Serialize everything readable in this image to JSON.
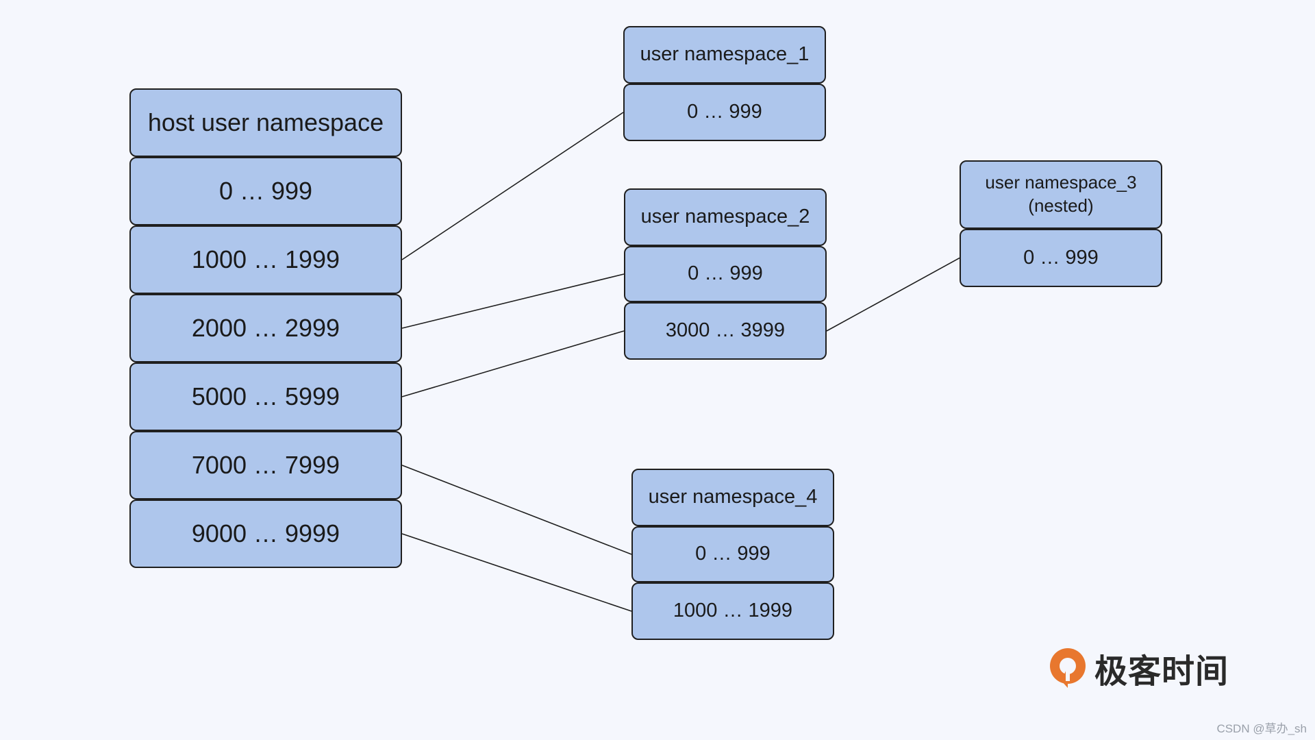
{
  "host": {
    "title": "host user namespace",
    "ranges": [
      "0 … 999",
      "1000 … 1999",
      "2000 … 2999",
      "5000 … 5999",
      "7000 … 7999",
      "9000 … 9999"
    ]
  },
  "ns1": {
    "title": "user namespace_1",
    "ranges": [
      "0 … 999"
    ]
  },
  "ns2": {
    "title": "user namespace_2",
    "ranges": [
      "0 … 999",
      "3000 … 3999"
    ]
  },
  "ns3": {
    "title": "user namespace_3\n(nested)",
    "ranges": [
      "0 … 999"
    ]
  },
  "ns4": {
    "title": "user namespace_4",
    "ranges": [
      "0 … 999",
      "1000 … 1999"
    ]
  },
  "mappings": [
    {
      "from": "host.ranges.1",
      "to": "ns1.ranges.0"
    },
    {
      "from": "host.ranges.2",
      "to": "ns2.ranges.0"
    },
    {
      "from": "host.ranges.3",
      "to": "ns2.ranges.1"
    },
    {
      "from": "ns2.ranges.1",
      "to": "ns3.ranges.0"
    },
    {
      "from": "host.ranges.4",
      "to": "ns4.ranges.0"
    },
    {
      "from": "host.ranges.5",
      "to": "ns4.ranges.1"
    }
  ],
  "branding": {
    "name": "极客时间",
    "icon": "geektime-logo-icon",
    "watermark": "CSDN @草办_sh"
  },
  "colors": {
    "box_fill": "#aec6ec",
    "box_border": "#1f1f1f",
    "background": "#f5f7fd",
    "logo_orange": "#e8772e"
  }
}
